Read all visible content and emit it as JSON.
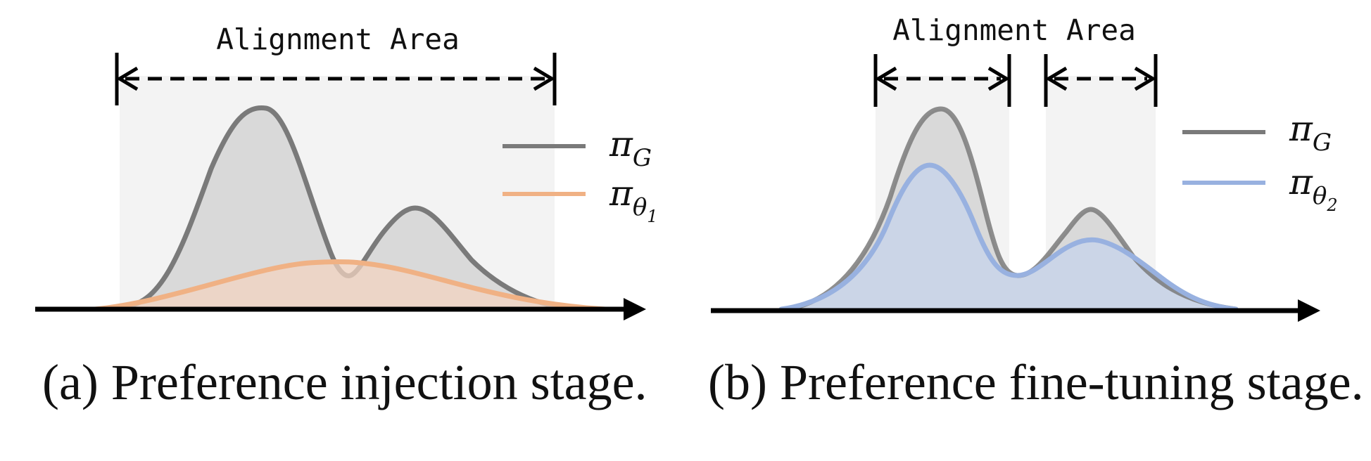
{
  "panels": [
    {
      "id": "a",
      "area_label": "Alignment Area",
      "caption": "(a) Preference injection stage.",
      "legend": [
        {
          "sym": "π",
          "sub": "G",
          "subsub": "",
          "color": "#7a7a7a"
        },
        {
          "sym": "π",
          "sub": "θ",
          "subsub": "1",
          "color": "#f0b184"
        }
      ]
    },
    {
      "id": "b",
      "area_label": "Alignment Area",
      "caption": "(b) Preference fine-tuning stage.",
      "legend": [
        {
          "sym": "π",
          "sub": "G",
          "subsub": "",
          "color": "#7a7a7a"
        },
        {
          "sym": "π",
          "sub": "θ",
          "subsub": "2",
          "color": "#98b1e0"
        }
      ]
    }
  ],
  "colors": {
    "area_fill": "#f3f3f3",
    "gray_fill": "#d9d9d9",
    "gray_line": "#7a7a7a",
    "orange_fill": "#f2d3c0",
    "orange_line": "#f0b184",
    "blue_fill": "#c7d3ea",
    "blue_line": "#98b1e0",
    "axis": "#000000"
  }
}
